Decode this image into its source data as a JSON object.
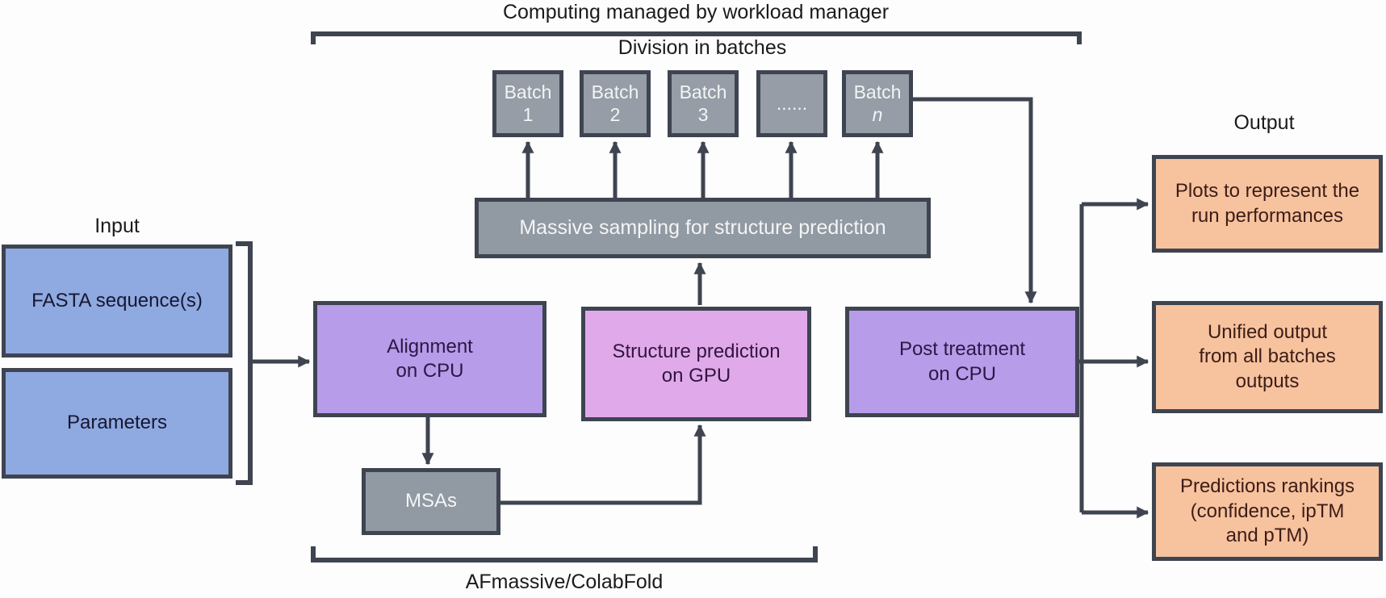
{
  "title": "Computing managed by workload manager",
  "labels": {
    "division": "Division in batches",
    "input": "Input",
    "output": "Output",
    "tools": "AFmassive/ColabFold"
  },
  "input": {
    "fasta": "FASTA sequence(s)",
    "parameters": "Parameters"
  },
  "pipeline": {
    "massive_sampling": "Massive sampling for structure prediction",
    "alignment": "Alignment\non CPU",
    "structure_prediction": "Structure prediction\non GPU",
    "post_treatment": "Post treatment\non CPU",
    "msas": "MSAs"
  },
  "batches": [
    {
      "line1": "Batch",
      "line2": "1"
    },
    {
      "line1": "Batch",
      "line2": "2"
    },
    {
      "line1": "Batch",
      "line2": "3"
    },
    {
      "line1": "......",
      "line2": ""
    },
    {
      "line1": "Batch",
      "line2": "n"
    }
  ],
  "outputs": [
    "Plots to represent the\nrun performances",
    "Unified output\nfrom all batches\noutputs",
    "Predictions rankings\n(confidence, ipTM\nand pTM)"
  ],
  "colors": {
    "blue": "#8FA9E1",
    "purple": "#B69CE9",
    "pink": "#E0AAEA",
    "gray": "#9199A3",
    "batchgray": "#969DA6",
    "orange": "#F7C29E",
    "line": "#3E4450"
  }
}
